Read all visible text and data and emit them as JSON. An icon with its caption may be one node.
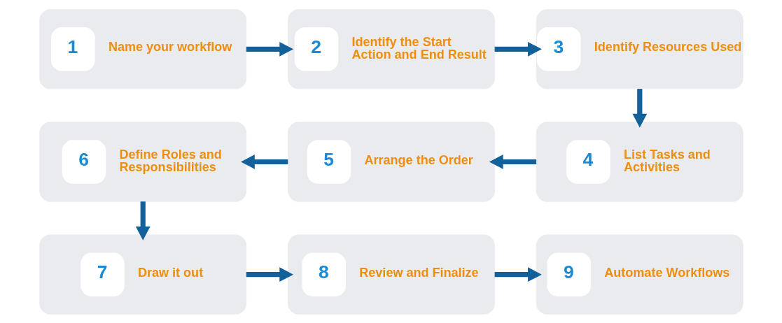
{
  "diagram": {
    "nodes": [
      {
        "text": [
          "1",
          "Name your workflow"
        ]
      },
      {
        "text": [
          "2",
          "Identify the Start Action and End Result"
        ]
      },
      {
        "text": [
          "3",
          "Identify Resources Used"
        ]
      },
      {
        "text": [
          "4",
          "List Tasks and Activities"
        ]
      },
      {
        "text": [
          "5",
          "Arrange the Order"
        ]
      },
      {
        "text": [
          "6",
          "Define Roles and Responsibilities"
        ]
      },
      {
        "text": [
          "7",
          "Draw it out"
        ]
      },
      {
        "text": [
          "8",
          "Review and Finalize"
        ]
      },
      {
        "text": [
          "9",
          "Automate Workflows"
        ]
      }
    ],
    "edges": [
      {
        "from": 0,
        "to": 1,
        "arrow": "to"
      },
      {
        "from": 1,
        "to": 2,
        "arrow": "to"
      },
      {
        "from": 2,
        "to": 3,
        "arrow": "to"
      },
      {
        "from": 3,
        "to": 4,
        "arrow": "to"
      },
      {
        "from": 4,
        "to": 5,
        "arrow": "to"
      },
      {
        "from": 5,
        "to": 6,
        "arrow": "to"
      },
      {
        "from": 6,
        "to": 7,
        "arrow": "to"
      },
      {
        "from": 7,
        "to": 8,
        "arrow": "to"
      }
    ]
  }
}
